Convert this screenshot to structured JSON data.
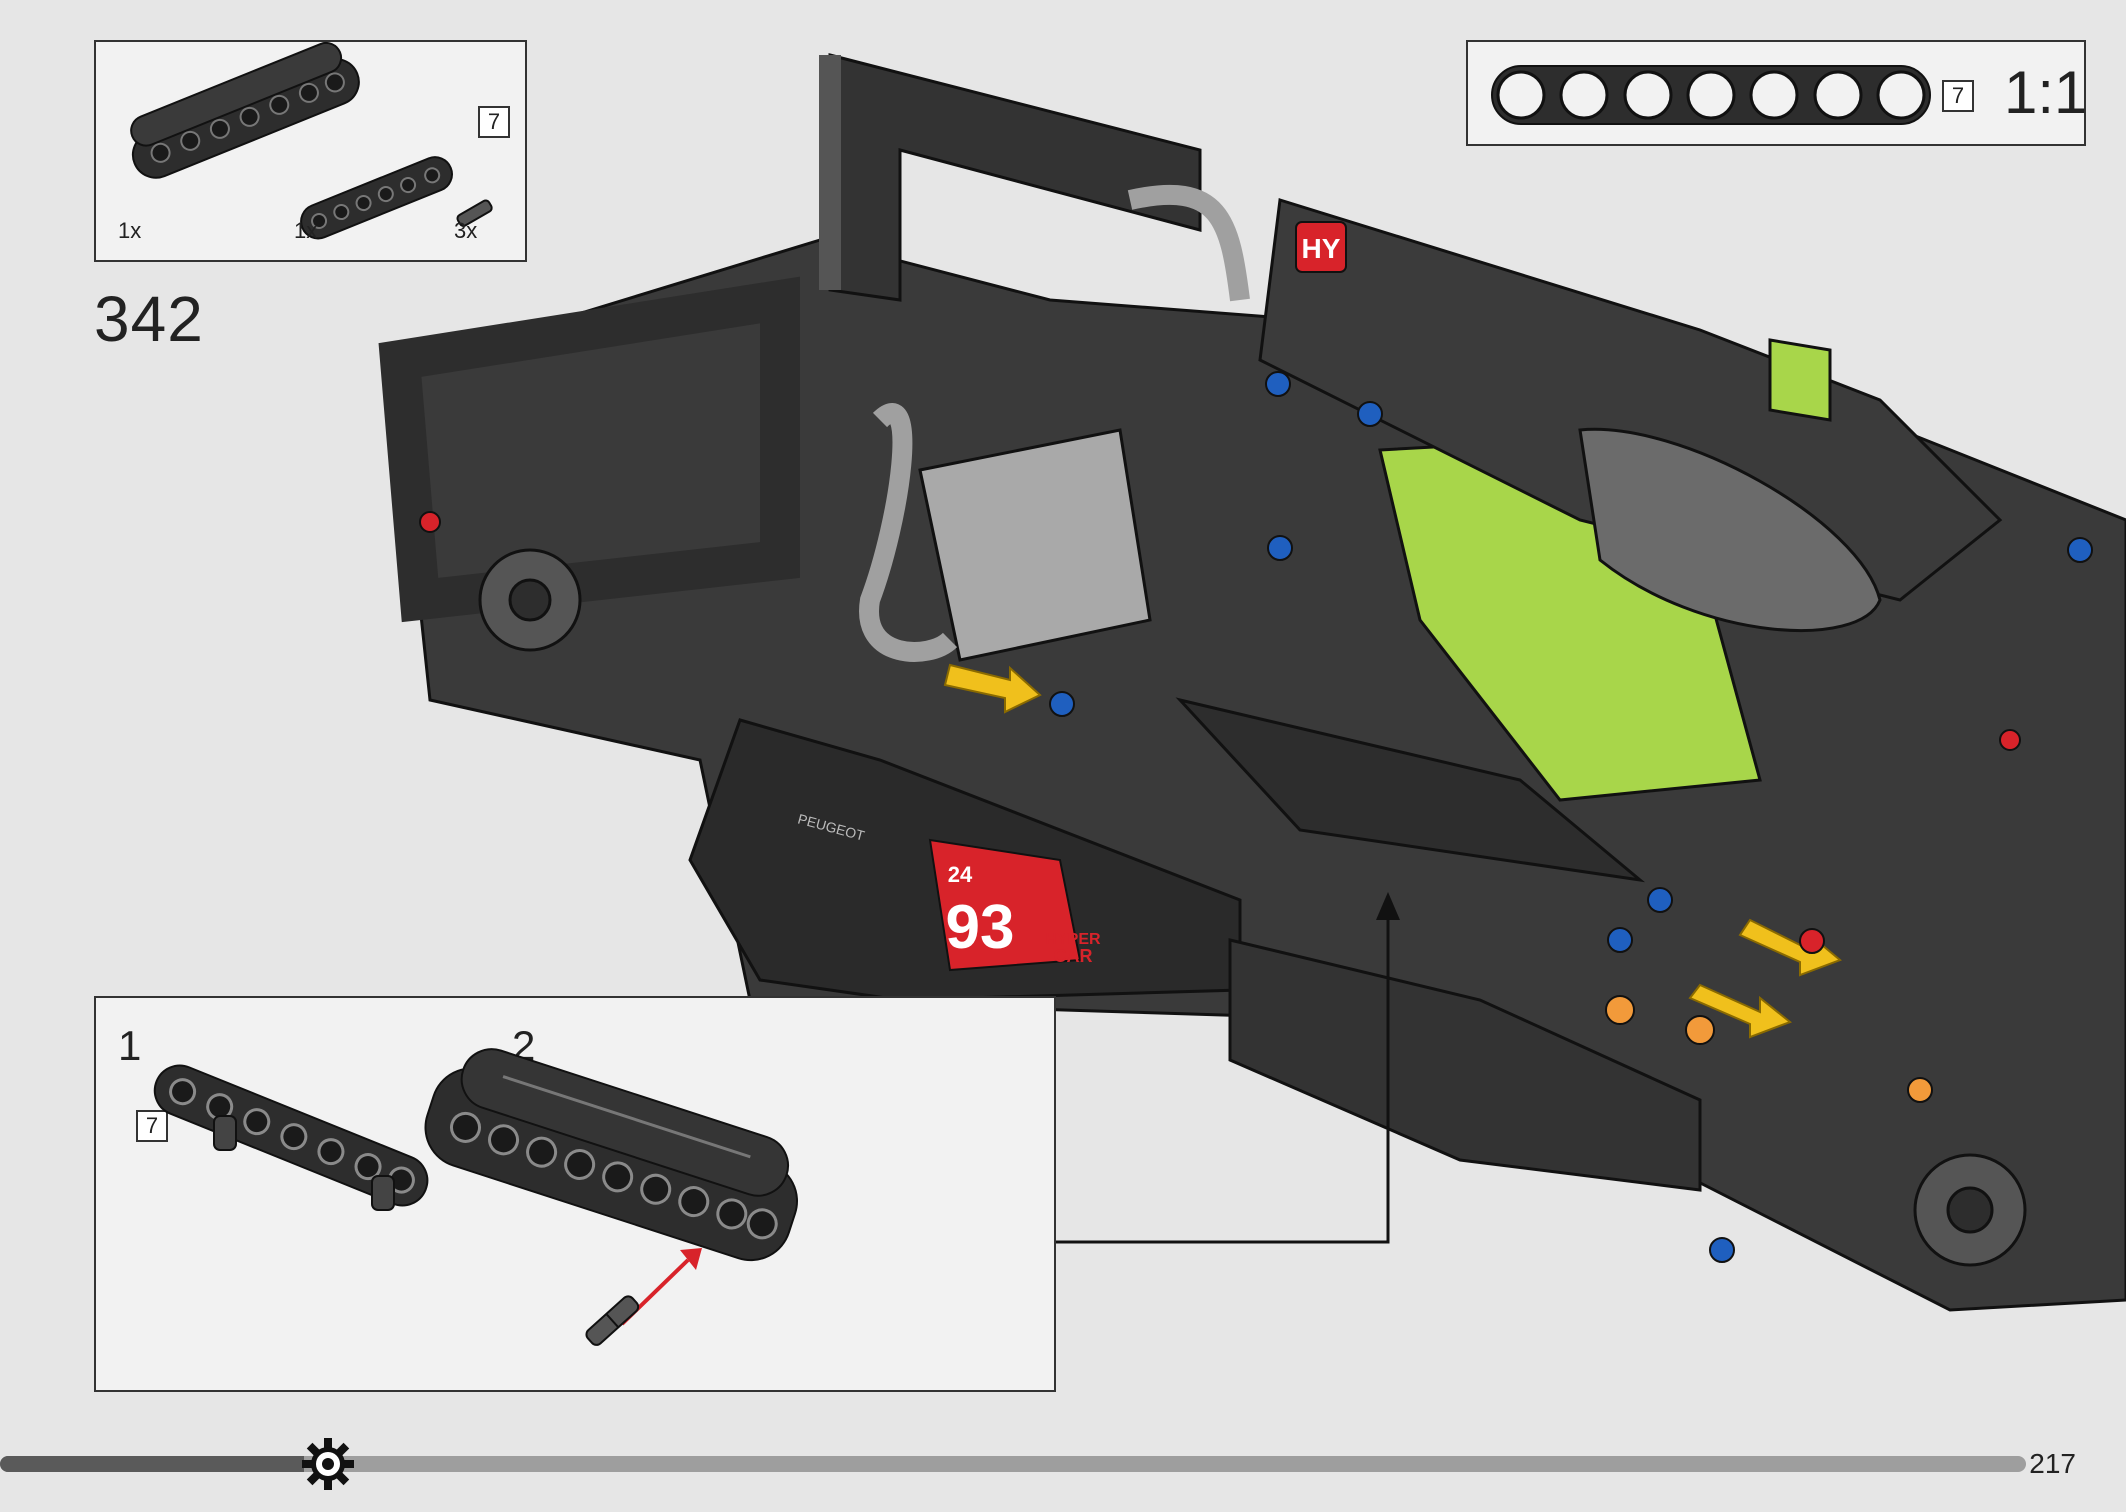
{
  "parts_list": {
    "items": [
      {
        "qty": "1x"
      },
      {
        "qty": "1x",
        "size_tag": "7"
      },
      {
        "qty": "3x"
      }
    ]
  },
  "step": {
    "number": "342"
  },
  "scale_ruler": {
    "size_tag": "7",
    "ratio": "1:1"
  },
  "callout": {
    "substeps": [
      {
        "number": "1",
        "size_tag": "7"
      },
      {
        "number": "2"
      }
    ]
  },
  "model": {
    "decals": {
      "logo_badge": "HY",
      "race_number": "93",
      "class_label_1": "HYPER",
      "class_label_2": "CAR",
      "brand": "PEUGEOT",
      "hours": "24"
    }
  },
  "footer": {
    "page_number": "217",
    "progress": 0.15
  },
  "colors": {
    "dark_gray": "#2d2d2d",
    "light_gray": "#a9a9a9",
    "lime": "#a8d64a",
    "red": "#d8232a",
    "blue": "#1f5fbf",
    "yellow": "#f0c01c",
    "orange": "#f29a3a"
  }
}
